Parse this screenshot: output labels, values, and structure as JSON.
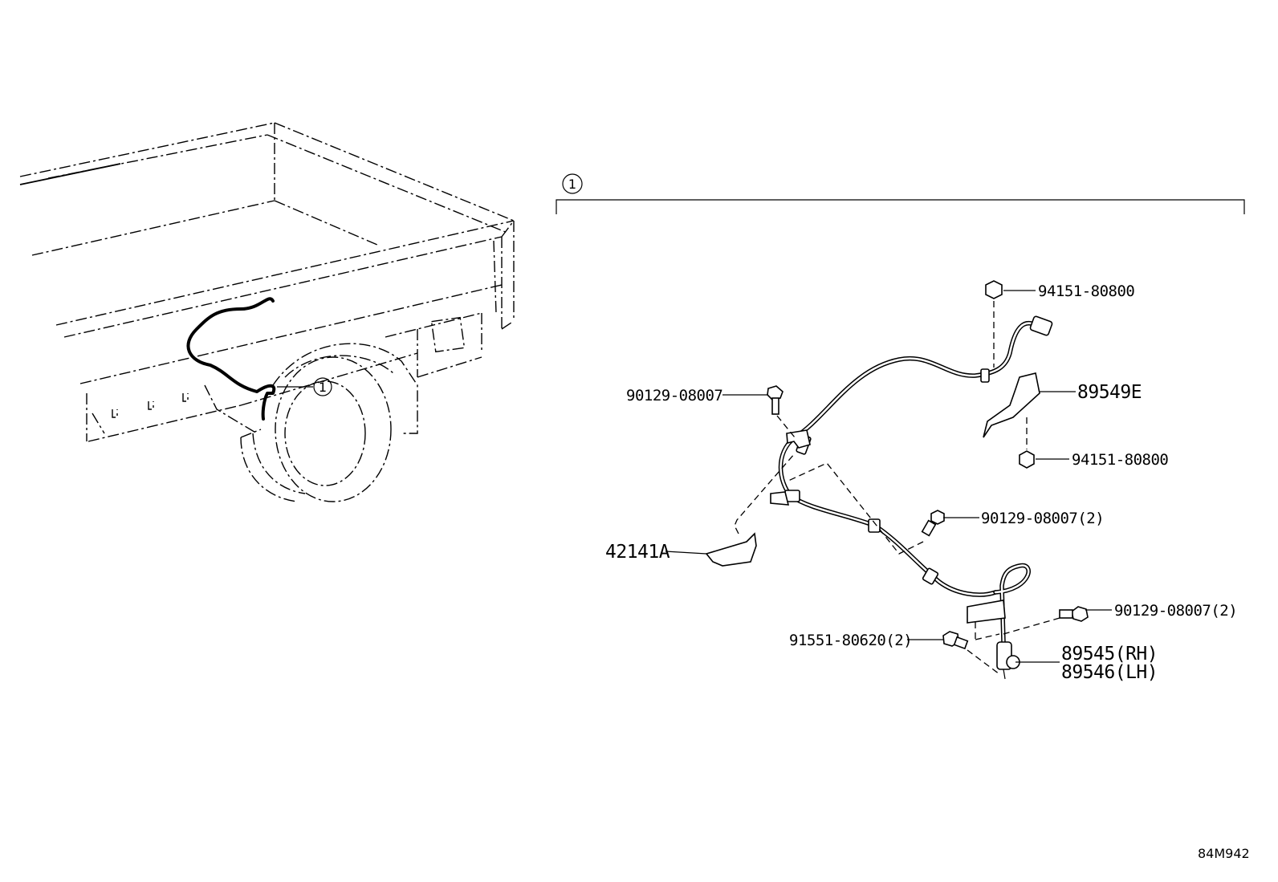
{
  "diagram": {
    "reference_code": "84M942",
    "callout_index": "1",
    "parts": {
      "nut_top": "94151-80800",
      "bracket": "89549E",
      "nut_bottom": "94151-80800",
      "bolt_upper": "90129-08007",
      "bolt_middle": "90129-08007(2)",
      "clamp": "42141A",
      "bolt_right": "90129-08007(2)",
      "bolt_lower": "91551-80620(2)",
      "sensor_rh": "89545(RH)",
      "sensor_lh": "89546(LH)"
    }
  }
}
